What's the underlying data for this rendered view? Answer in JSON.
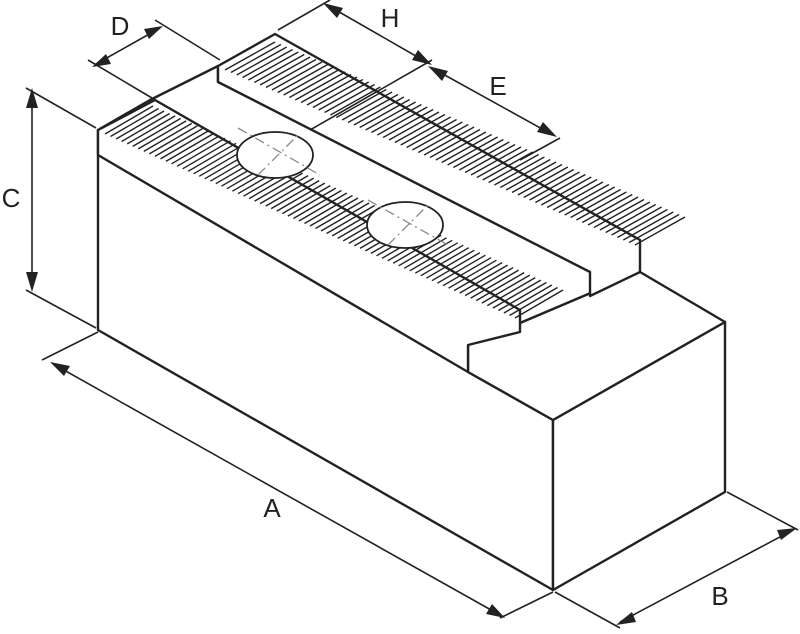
{
  "dimensions": {
    "A": "A",
    "B": "B",
    "C": "C",
    "D": "D",
    "E": "E",
    "H": "H"
  }
}
